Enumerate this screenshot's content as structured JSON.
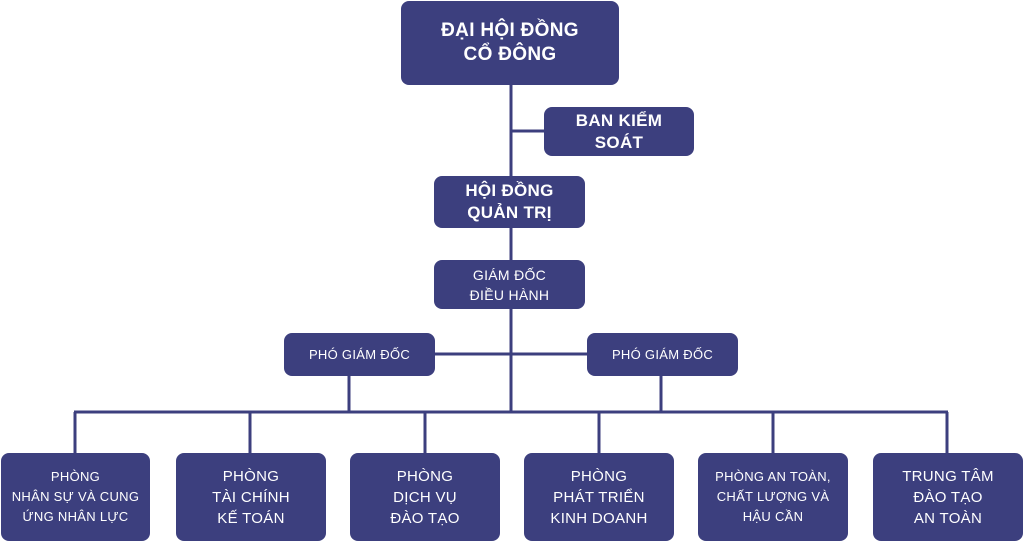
{
  "colors": {
    "box_fill": "#3c3f7e",
    "line": "#3c3f7e",
    "text": "#ffffff"
  },
  "org": {
    "shareholders": {
      "line1": "ĐẠI HỘI ĐỒNG",
      "line2": "CỔ ĐÔNG"
    },
    "supervisory": {
      "line1": "BAN KIỂM",
      "line2": "SOÁT"
    },
    "board": {
      "line1": "HỘI ĐỒNG",
      "line2": "QUẢN TRỊ"
    },
    "ceo": {
      "line1": "GIÁM ĐỐC",
      "line2": "ĐIỀU HÀNH"
    },
    "deputy_left": "PHÓ GIÁM ĐỐC",
    "deputy_right": "PHÓ GIÁM ĐỐC",
    "departments": [
      {
        "lines": [
          "PHÒNG",
          "NHÂN SỰ VÀ CUNG",
          "ỨNG NHÂN LỰC"
        ]
      },
      {
        "lines": [
          "PHÒNG",
          "TÀI CHÍNH",
          "KẾ TOÁN"
        ]
      },
      {
        "lines": [
          "PHÒNG",
          "DỊCH VỤ",
          "ĐÀO TẠO"
        ]
      },
      {
        "lines": [
          "PHÒNG",
          "PHÁT TRIỂN",
          "KINH DOANH"
        ]
      },
      {
        "lines": [
          "PHÒNG AN TOÀN,",
          "CHẤT LƯỢNG VÀ",
          "HẬU CẦN"
        ]
      },
      {
        "lines": [
          "TRUNG TÂM",
          "ĐÀO TẠO",
          "AN TOÀN"
        ]
      }
    ]
  }
}
